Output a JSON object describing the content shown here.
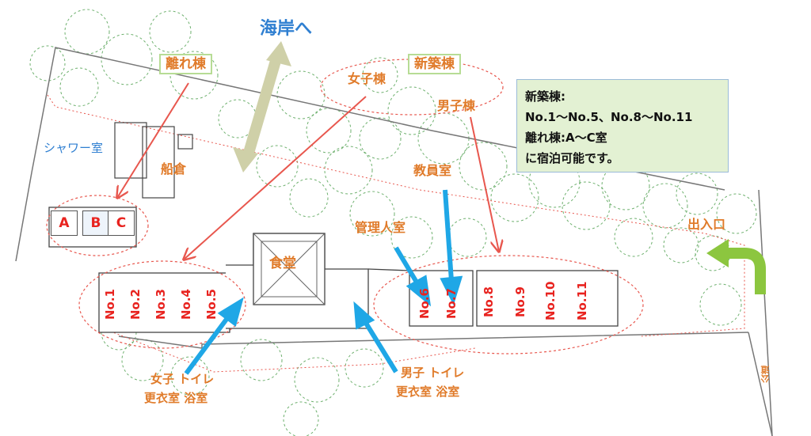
{
  "labels": {
    "to_coast": "海岸へ",
    "annex_building": "離れ棟",
    "new_building": "新築棟",
    "girls_wing": "女子棟",
    "boys_wing": "男子棟",
    "shower_room": "シャワー室",
    "boathouse": "船倉",
    "dining_hall": "食堂",
    "teachers_room": "教員室",
    "manager_room": "管理人室",
    "entrance": "出入口",
    "public_road": "公道",
    "girls_facilities_1": "女子 トイレ",
    "girls_facilities_2": "更衣室 浴室",
    "boys_facilities_1": "男子 トイレ",
    "boys_facilities_2": "更衣室 浴室"
  },
  "info_box": {
    "line1": "新築棟:",
    "line2": "No.1〜No.5、No.8〜No.11",
    "line3": "離れ棟:A〜C室",
    "line4": "に宿泊可能です。"
  },
  "annex_rooms": [
    "A",
    "B",
    "C"
  ],
  "rooms_girls": [
    "No.1",
    "No.2",
    "No.3",
    "No.4",
    "No.5"
  ],
  "rooms_boys_a": [
    "No.6",
    "No.7"
  ],
  "rooms_boys_b": [
    "No.8",
    "No.9",
    "No.10",
    "No.11"
  ],
  "colors": {
    "label_orange": "#e07b2a",
    "label_blue": "#2f7fd1",
    "room_red": "#e8231f",
    "arrow_blue": "#1fa7e6",
    "arrow_green": "#8cc63f",
    "info_bg": "#e3f1d3"
  }
}
